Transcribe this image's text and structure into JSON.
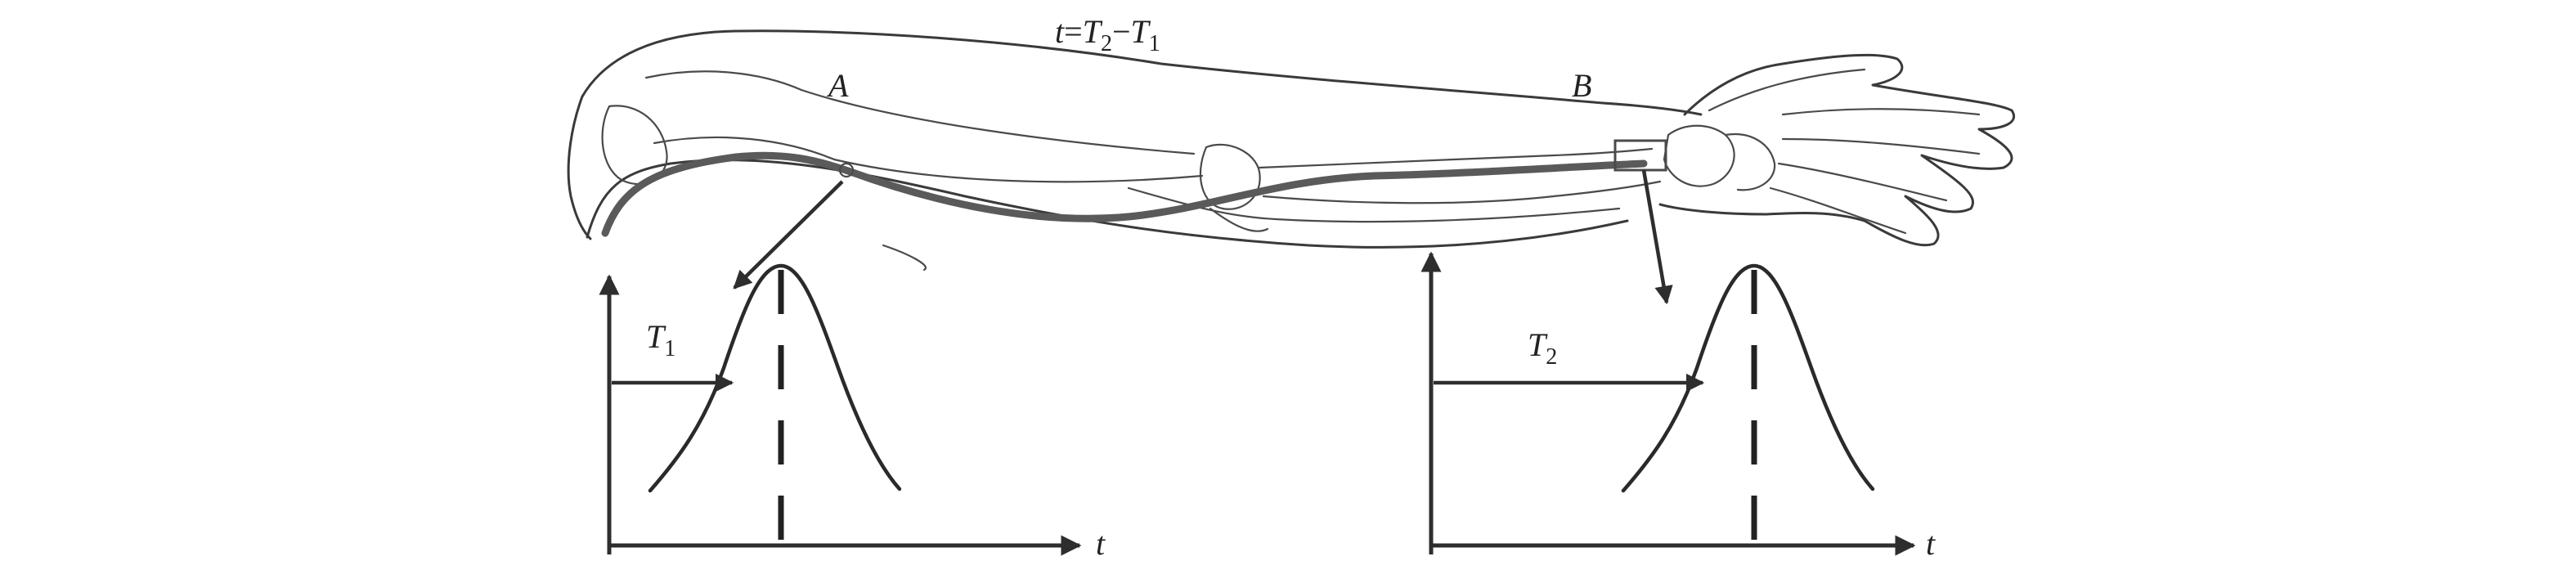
{
  "formula": {
    "t": "t",
    "eq": "=",
    "T": "T",
    "sub2": "2",
    "minus": "−",
    "sub1": "1"
  },
  "labels": {
    "point_a": "A",
    "point_b": "B"
  },
  "left_graph": {
    "interval_letter": "T",
    "interval_sub": "1",
    "axis_label": "t"
  },
  "right_graph": {
    "interval_letter": "T",
    "interval_sub": "2",
    "axis_label": "t"
  }
}
